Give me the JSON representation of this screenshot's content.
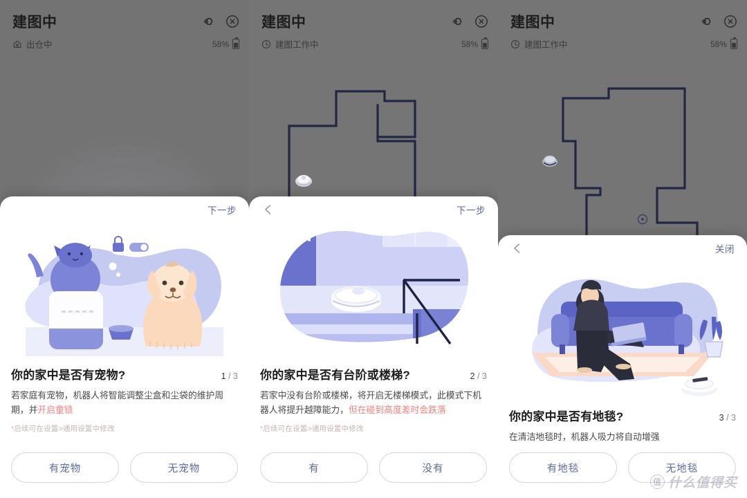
{
  "panels": [
    {
      "header": {
        "title": "建图中",
        "status": "出仓中",
        "battery": "58%",
        "settings_icon": "gear-icon",
        "close_icon": "close-icon",
        "status_icon": "home-dock-icon"
      },
      "card": {
        "action_label": "下一步",
        "has_back": false,
        "illustration": "pet-cat-dog-illustration",
        "question": "你的家中是否有宠物?",
        "step_current": "1",
        "step_total": "3",
        "desc_plain": "若家庭有宠物，机器人将智能调整尘盒和尘袋的维护周期，并",
        "desc_warn": "开启童锁",
        "note": "*后续可在设置>通用设置中修改",
        "choices": [
          "有宠物",
          "无宠物"
        ]
      }
    },
    {
      "header": {
        "title": "建图中",
        "status": "建图工作中",
        "battery": "58%",
        "settings_icon": "gear-icon",
        "close_icon": "close-icon",
        "status_icon": "clock-icon"
      },
      "card": {
        "action_label": "下一步",
        "has_back": true,
        "back_icon": "back-arrow-icon",
        "illustration": "robot-stairs-illustration",
        "question": "你的家中是否有台阶或楼梯?",
        "step_current": "2",
        "step_total": "3",
        "desc_plain": "若家中没有台阶或楼梯，将开启无楼梯模式，此模式下机器人将提升越障能力，",
        "desc_warn": "但在碰到高度差时会跌落",
        "note": "*后续可在设置>通用设置中修改",
        "choices": [
          "有",
          "没有"
        ]
      }
    },
    {
      "header": {
        "title": "建图中",
        "status": "建图工作中",
        "battery": "58%",
        "settings_icon": "gear-icon",
        "close_icon": "close-icon",
        "status_icon": "clock-icon"
      },
      "card": {
        "action_label": "关闭",
        "has_back": true,
        "back_icon": "back-arrow-icon",
        "illustration": "person-sofa-carpet-illustration",
        "question": "你的家中是否有地毯?",
        "step_current": "3",
        "step_total": "3",
        "desc_plain": "在清洁地毯时，机器人吸力将自动增强",
        "desc_warn": "",
        "note": "",
        "choices": [
          "有地毯",
          "无地毯"
        ]
      }
    }
  ],
  "watermark": {
    "badge": "值",
    "text": "什么值得买"
  },
  "colors": {
    "warn": "#f0827f",
    "accent": "#5b6b9e",
    "map_wall": "#232744",
    "panel_bg": "#737373"
  }
}
